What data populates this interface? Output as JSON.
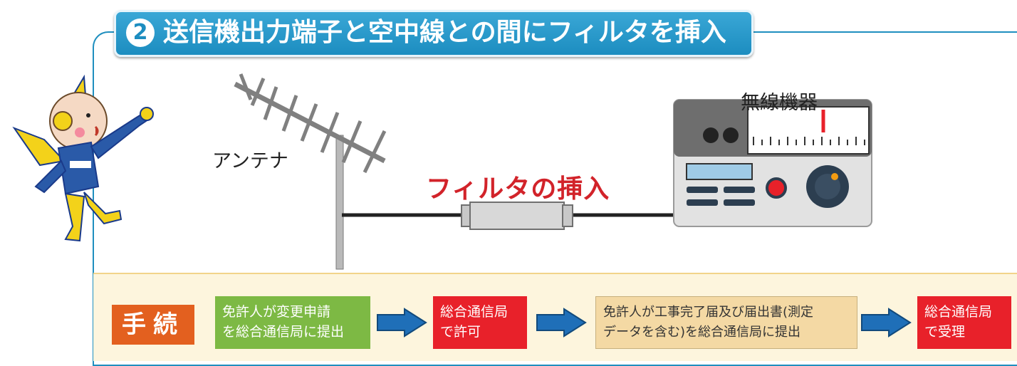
{
  "title": {
    "number": "2",
    "text": "送信機出力端子と空中線との間にフィルタを挿入"
  },
  "labels": {
    "antenna": "アンテナ",
    "device": "無線機器",
    "filter": "フィルタの挿入"
  },
  "procedure": {
    "label": "手続",
    "steps": [
      {
        "line1": "免許人が変更申請",
        "line2": "を総合通信局に提出"
      },
      {
        "line1": "総合通信局",
        "line2": "で許可"
      },
      {
        "line1": "免許人が工事完了届及び届出書(測定",
        "line2": "データを含む)を総合通信局に提出"
      },
      {
        "line1": "総合通信局",
        "line2": "で受理"
      }
    ]
  },
  "colors": {
    "title_blue": "#1c8dc0",
    "filter_red": "#d2232a",
    "step_green": "#7db944",
    "step_red": "#e8212a",
    "step_beige": "#f4d9a4",
    "procedure_orange": "#e3601f"
  }
}
